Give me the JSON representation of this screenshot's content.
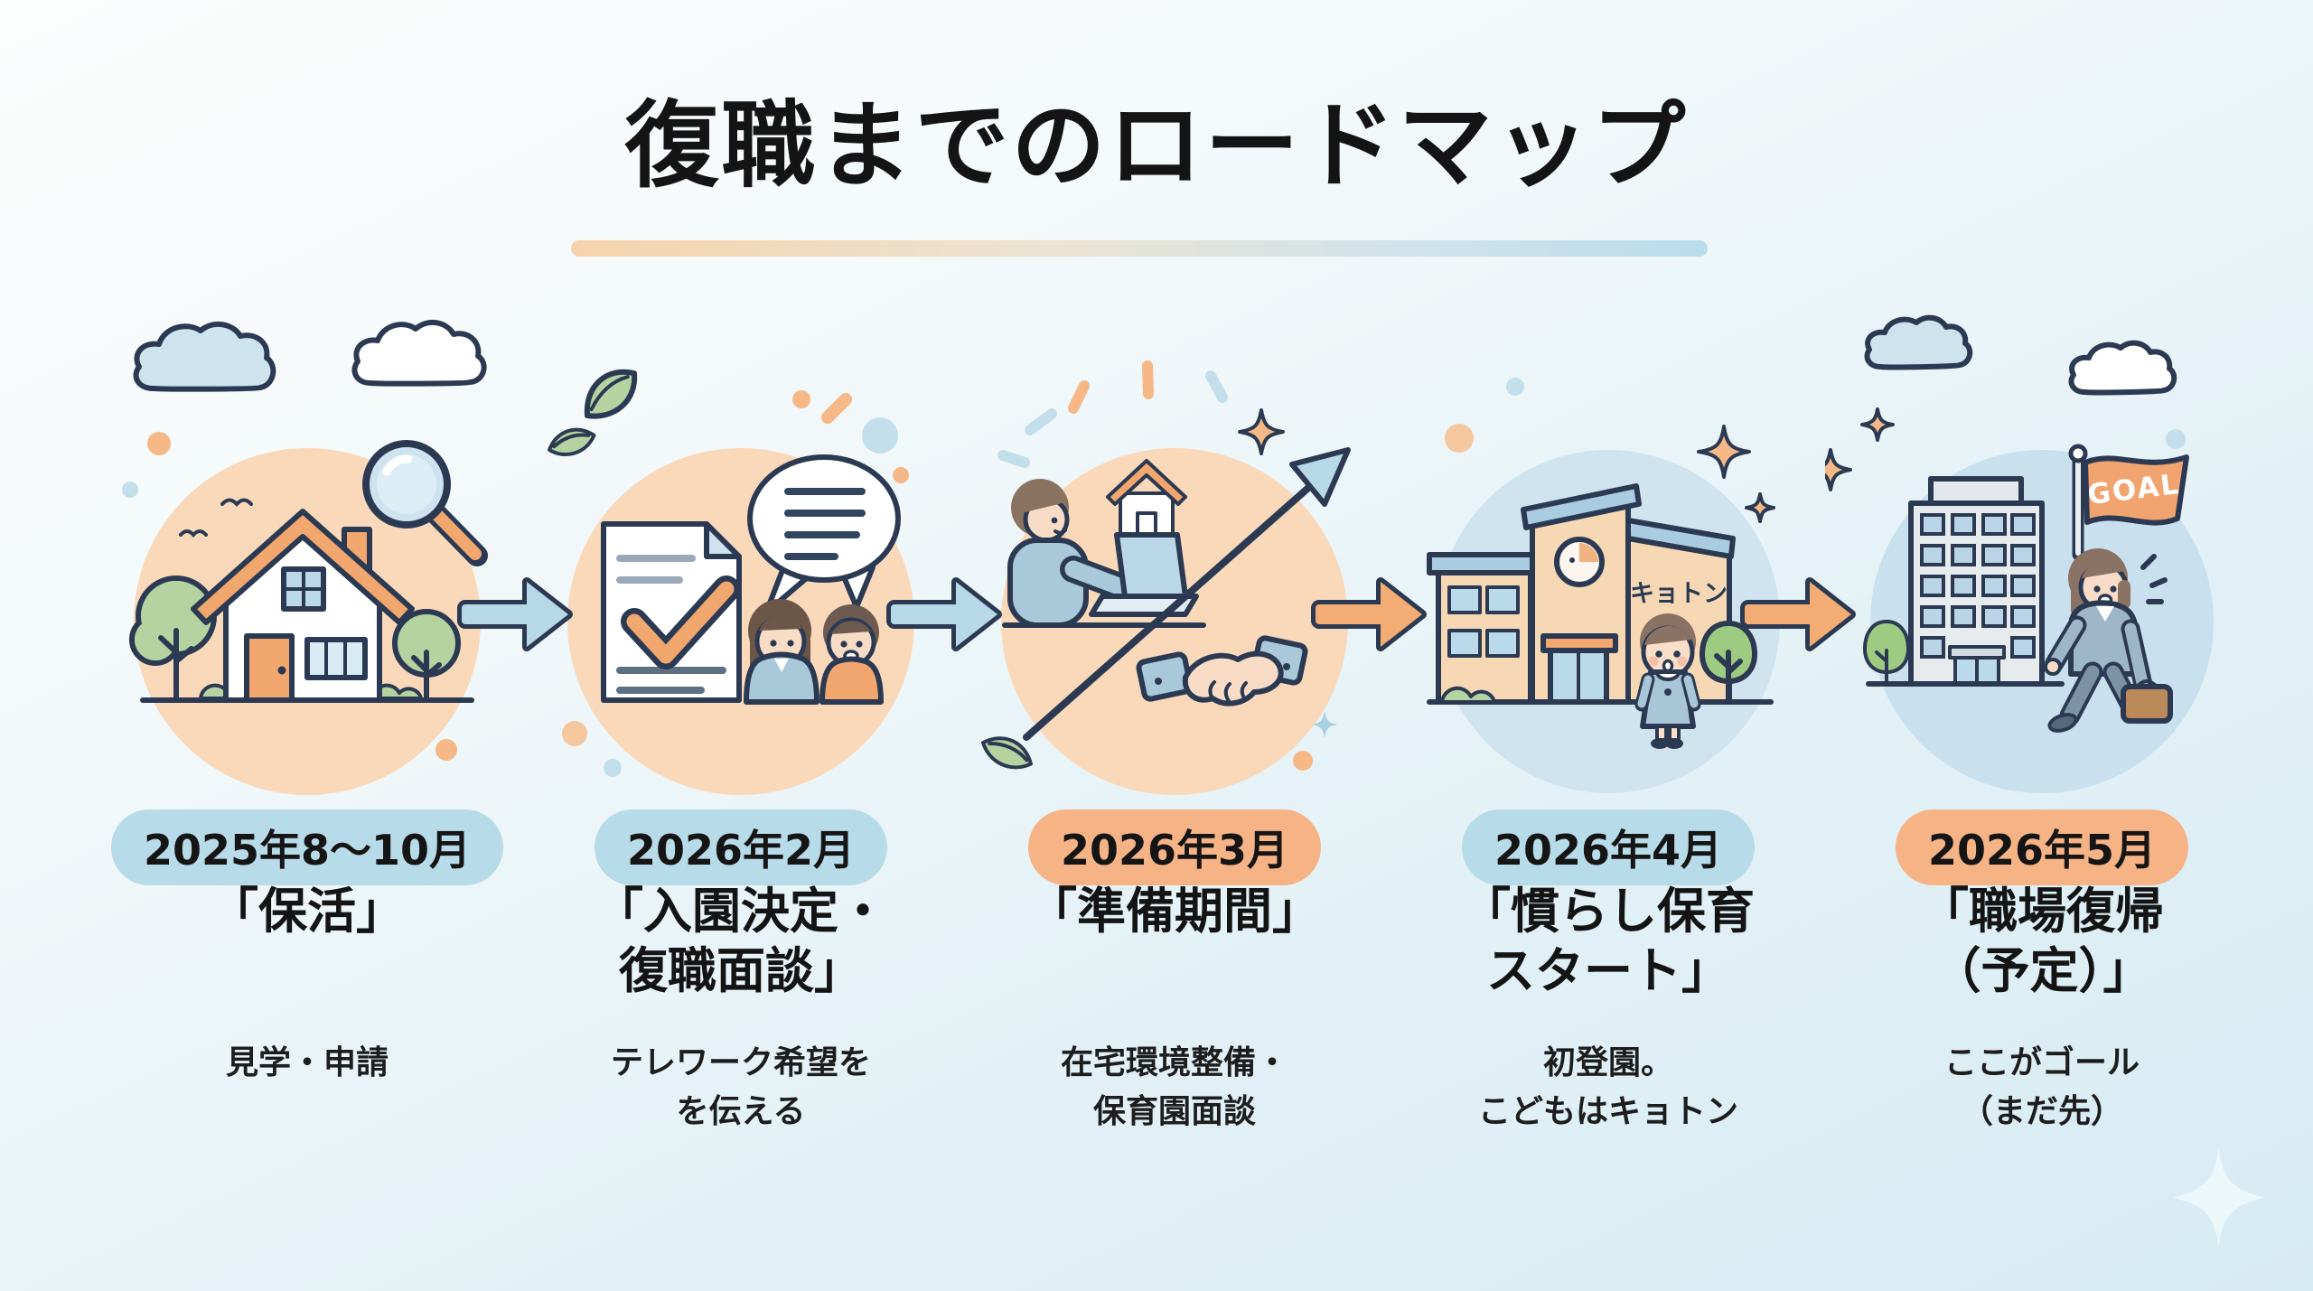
{
  "page": {
    "title": "復職までのロードマップ"
  },
  "stages": [
    {
      "badge": "2025年8〜10月",
      "badge_color": "#b7dbe8",
      "title": "「保活」",
      "description": "見学・申請",
      "circle_color": "#f9d9ba",
      "illustration": "house-with-magnifier"
    },
    {
      "badge": "2026年2月",
      "badge_color": "#b7dbe8",
      "title": "「入園決定・\n復職面談」",
      "description": "テレワーク希望を\nを伝える",
      "circle_color": "#f9d9ba",
      "illustration": "checked-document-speech-bubble-parents"
    },
    {
      "badge": "2026年3月",
      "badge_color": "#f6b386",
      "title": "「準備期間」",
      "description": "在宅環境整備・\n保育園面談",
      "circle_color": "#f9d9ba",
      "illustration": "telework-laptop-growth-arrow-handshake"
    },
    {
      "badge": "2026年4月",
      "badge_color": "#b7dbe8",
      "title": "「慣らし保育\nスタート」",
      "description": "初登園。\nこどもはキョトン",
      "circle_color": "#cfe4ef",
      "illustration": "nursery-school-building-and-child",
      "sign_text": "キョトン"
    },
    {
      "badge": "2026年5月",
      "badge_color": "#f6b386",
      "title": "「職場復帰\n（予定）」",
      "description": "ここがゴール\n（まだ先）",
      "circle_color": "#cfe4ef",
      "illustration": "office-building-goal-flag-walking-woman",
      "flag_text": "GOAL"
    }
  ],
  "arrows": [
    {
      "from_stage": 1,
      "to_stage": 2,
      "color": "#b7d8e6"
    },
    {
      "from_stage": 2,
      "to_stage": 3,
      "color": "#b7d8e6"
    },
    {
      "from_stage": 3,
      "to_stage": 4,
      "color": "#f3ac74"
    },
    {
      "from_stage": 4,
      "to_stage": 5,
      "color": "#f3ac74"
    }
  ],
  "colors": {
    "accent_orange": "#f3ac74",
    "accent_blue": "#b7d8e6",
    "peach_circle": "#f9d9ba",
    "light_blue_circle": "#cfe4ef",
    "outline_navy": "#2b3a52",
    "underline_gradient_left": "#f6d3ac",
    "underline_gradient_right": "#b9dcec"
  }
}
